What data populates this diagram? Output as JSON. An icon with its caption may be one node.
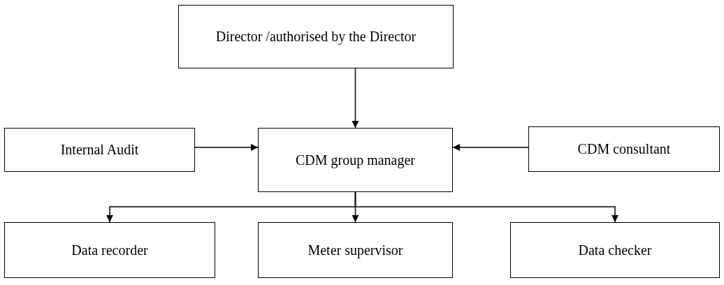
{
  "diagram": {
    "nodes": [
      {
        "text": [
          "Director /authorised by the Director"
        ]
      },
      {
        "text": [
          "Internal Audit"
        ]
      },
      {
        "text": [
          "CDM group manager"
        ]
      },
      {
        "text": [
          "CDM consultant"
        ]
      },
      {
        "text": [
          "Data recorder"
        ]
      },
      {
        "text": [
          "Meter supervisor"
        ]
      },
      {
        "text": [
          "Data checker"
        ]
      }
    ],
    "edges": [
      {
        "from": 0,
        "to": 2,
        "arrow": "to"
      },
      {
        "from": 1,
        "to": 2,
        "arrow": "to"
      },
      {
        "from": 3,
        "to": 2,
        "arrow": "to"
      },
      {
        "from": 2,
        "to": 4,
        "arrow": "to"
      },
      {
        "from": 2,
        "to": 5,
        "arrow": "to"
      },
      {
        "from": 2,
        "to": 6,
        "arrow": "to"
      }
    ]
  }
}
